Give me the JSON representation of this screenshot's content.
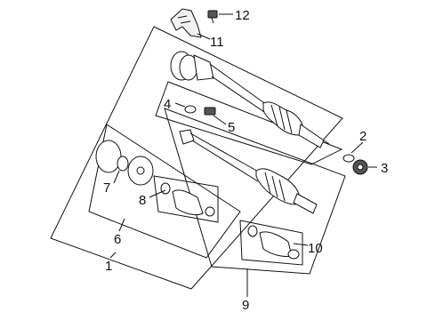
{
  "callouts": {
    "c1": "1",
    "c2": "2",
    "c3": "3",
    "c4": "4",
    "c5": "5",
    "c6": "6",
    "c7": "7",
    "c8": "8",
    "c9": "9",
    "c10": "10",
    "c11": "11",
    "c12": "12"
  },
  "colors": {
    "line": "#111111",
    "background": "#ffffff"
  }
}
